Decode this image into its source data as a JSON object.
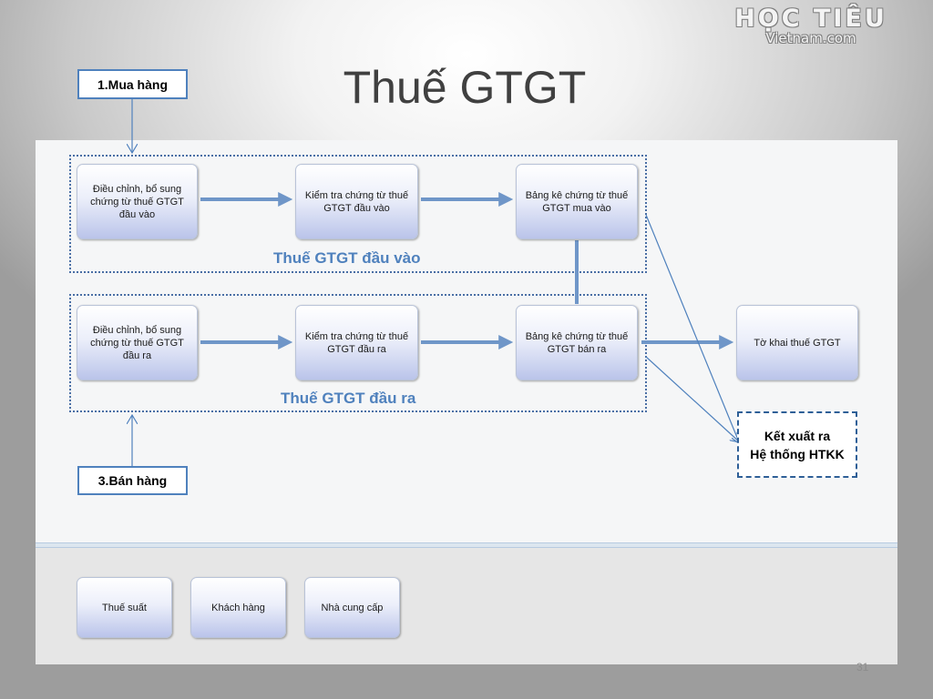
{
  "logo": {
    "line1": "HỌC TIÊU",
    "line2": "Vietnam.com"
  },
  "title": "Thuế GTGT",
  "labels": {
    "purchase": "1.Mua hàng",
    "sale": "3.Bán hàng"
  },
  "groups": {
    "input": "Thuế GTGT đầu vào",
    "output": "Thuế GTGT đầu ra"
  },
  "nodes": {
    "adjust_input": "Điều chỉnh, bổ sung chứng từ thuế GTGT đầu vào",
    "check_input": "Kiểm tra chứng từ thuế GTGT đầu vào",
    "list_purchase": "Bảng kê chứng từ thuế GTGT mua vào",
    "adjust_output": "Điều chỉnh, bổ sung chứng từ thuế GTGT đầu ra",
    "check_output": "Kiểm tra chứng từ thuế GTGT đầu ra",
    "list_sales": "Bảng kê chứng từ thuế GTGT bán ra",
    "vat_return": "Tờ khai thuế GTGT"
  },
  "export": {
    "line1": "Kết xuất ra",
    "line2": "Hệ thống HTKK"
  },
  "bottom_buttons": {
    "tax_rate": "Thuế suất",
    "customers": "Khách hàng",
    "suppliers": "Nhà cung cấp"
  },
  "page_number": "31",
  "colors": {
    "arrow": "#6f96c8",
    "thin_line": "#4f81bd",
    "group_border": "#4a6fa5",
    "accent_text": "#4f81bd"
  }
}
